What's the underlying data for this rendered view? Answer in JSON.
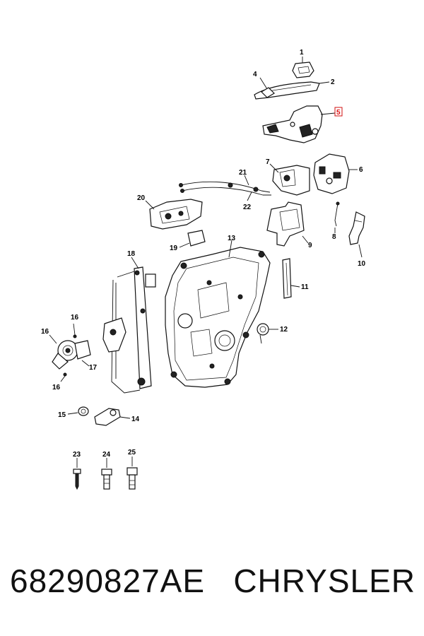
{
  "callouts": {
    "c1": "1",
    "c2": "2",
    "c4": "4",
    "c5": "5",
    "c6": "6",
    "c7": "7",
    "c8": "8",
    "c9": "9",
    "c10": "10",
    "c11": "11",
    "c12": "12",
    "c13": "13",
    "c14": "14",
    "c15": "15",
    "c16a": "16",
    "c16b": "16",
    "c16c": "16",
    "c17": "17",
    "c18": "18",
    "c19": "19",
    "c20": "20",
    "c21": "21",
    "c22": "22",
    "c23": "23",
    "c24": "24",
    "c25": "25"
  },
  "highlight_color": "#d11111",
  "footer": {
    "part_number": "68290827AE",
    "brand": "CHRYSLER"
  }
}
